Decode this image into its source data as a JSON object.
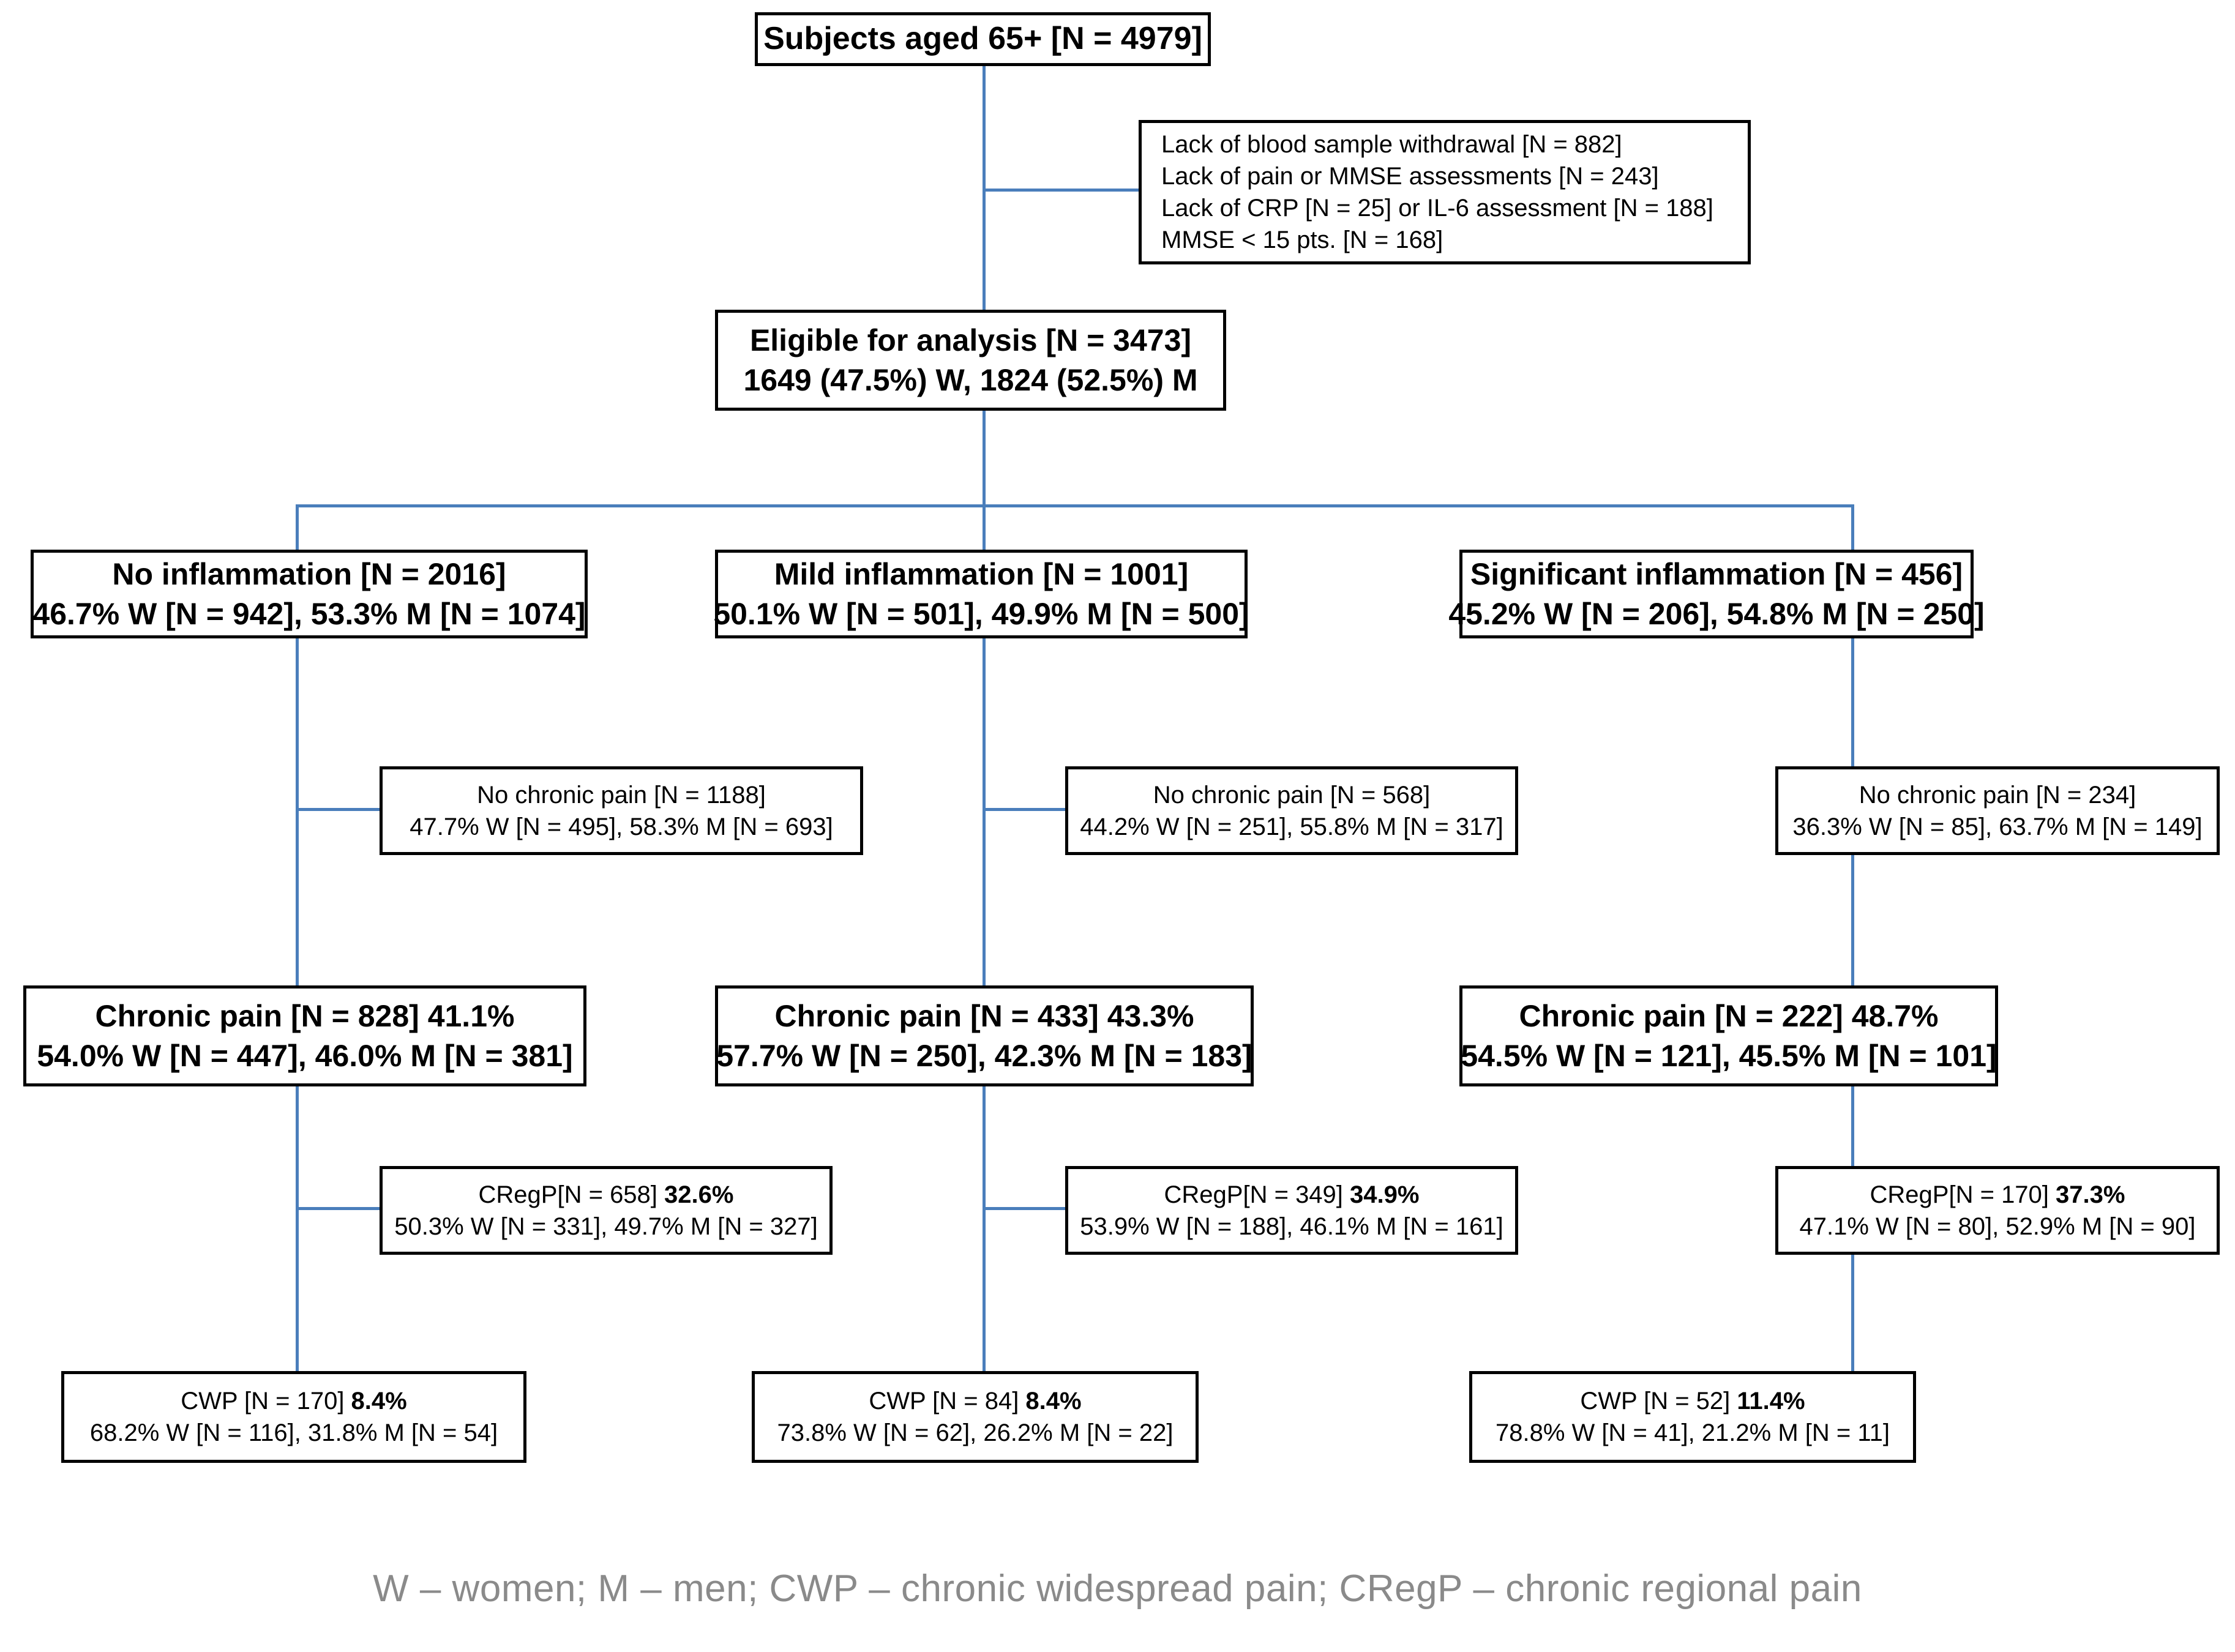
{
  "diagram": {
    "type": "flowchart",
    "title_node": {
      "name": "subjects-root",
      "lines": [
        "Subjects aged 65+ [N = 4979]"
      ]
    },
    "exclusions": {
      "name": "exclusion-criteria",
      "lines": [
        "Lack of blood sample withdrawal [N = 882]",
        "Lack of pain or MMSE assessments [N = 243]",
        "Lack of CRP [N = 25] or IL-6 assessment [N = 188]",
        "MMSE < 15 pts. [N = 168]"
      ]
    },
    "eligible": {
      "name": "eligible-for-analysis",
      "lines": [
        "Eligible for analysis  [N = 3473]",
        "1649 (47.5%) W,  1824 (52.5%) M"
      ]
    },
    "branches": [
      {
        "key": "no-inflammation",
        "inflammation": {
          "name": "no-inflammation",
          "lines": [
            "No inflammation [N = 2016]",
            "46.7% W [N = 942], 53.3% M [N = 1074]"
          ]
        },
        "no_chronic_pain": {
          "name": "no-chronic-pain-no-inflammation",
          "lines": [
            "No chronic pain [N = 1188]",
            "47.7% W [N = 495], 58.3% M [N = 693]"
          ]
        },
        "chronic_pain": {
          "name": "chronic-pain-no-inflammation",
          "lines": [
            "Chronic pain  [N = 828] 41.1%",
            "54.0% W [N = 447], 46.0% M [N = 381]"
          ]
        },
        "cregp": {
          "name": "cregp-no-inflammation",
          "line1_prefix": "CRegP[N = 658] ",
          "line1_bold": "32.6%",
          "line2": "50.3% W [N = 331], 49.7% M [N = 327]"
        },
        "cwp": {
          "name": "cwp-no-inflammation",
          "line1_prefix": "CWP [N = 170] ",
          "line1_bold": "8.4%",
          "line2": "68.2% W [N = 116], 31.8% M [N = 54]"
        }
      },
      {
        "key": "mild-inflammation",
        "inflammation": {
          "name": "mild-inflammation",
          "lines": [
            "Mild inflammation [N = 1001]",
            "50.1% W [N = 501], 49.9% M [N = 500]"
          ]
        },
        "no_chronic_pain": {
          "name": "no-chronic-pain-mild-inflammation",
          "lines": [
            "No chronic pain [N = 568]",
            "44.2% W [N = 251], 55.8% M [N = 317]"
          ]
        },
        "chronic_pain": {
          "name": "chronic-pain-mild-inflammation",
          "lines": [
            "Chronic pain  [N = 433] 43.3%",
            "57.7% W [N = 250], 42.3% M [N = 183]"
          ]
        },
        "cregp": {
          "name": "cregp-mild-inflammation",
          "line1_prefix": "CRegP[N = 349] ",
          "line1_bold": "34.9%",
          "line2": "53.9% W [N = 188], 46.1% M [N = 161]"
        },
        "cwp": {
          "name": "cwp-mild-inflammation",
          "line1_prefix": "CWP [N = 84] ",
          "line1_bold": "8.4%",
          "line2": "73.8% W [N = 62], 26.2% M [N = 22]"
        }
      },
      {
        "key": "significant-inflammation",
        "inflammation": {
          "name": "significant-inflammation",
          "lines": [
            "Significant inflammation [N = 456]",
            "45.2% W [N = 206], 54.8% M [N = 250]"
          ]
        },
        "no_chronic_pain": {
          "name": "no-chronic-pain-significant-inflammation",
          "lines": [
            "No chronic pain [N = 234]",
            "36.3% W [N = 85], 63.7% M [N = 149]"
          ]
        },
        "chronic_pain": {
          "name": "chronic-pain-significant-inflammation",
          "lines": [
            "Chronic pain  [N = 222] 48.7%",
            "54.5% W [N = 121], 45.5% M [N = 101]"
          ]
        },
        "cregp": {
          "name": "cregp-significant-inflammation",
          "line1_prefix": "CRegP[N = 170] ",
          "line1_bold": "37.3%",
          "line2": "47.1% W [N = 80], 52.9% M [N = 90]"
        },
        "cwp": {
          "name": "cwp-significant-inflammation",
          "line1_prefix": "CWP [N = 52] ",
          "line1_bold": "11.4%",
          "line2": "78.8% W [N = 41], 21.2% M [N = 11]"
        }
      }
    ],
    "legend": "W – women;  M – men;  CWP – chronic widespread pain;  CRegP – chronic regional pain",
    "colors": {
      "connector": "#4A7EBB",
      "box_border": "#000000",
      "text": "#000000",
      "legend_text": "#8a8a8a",
      "background": "#ffffff"
    }
  }
}
